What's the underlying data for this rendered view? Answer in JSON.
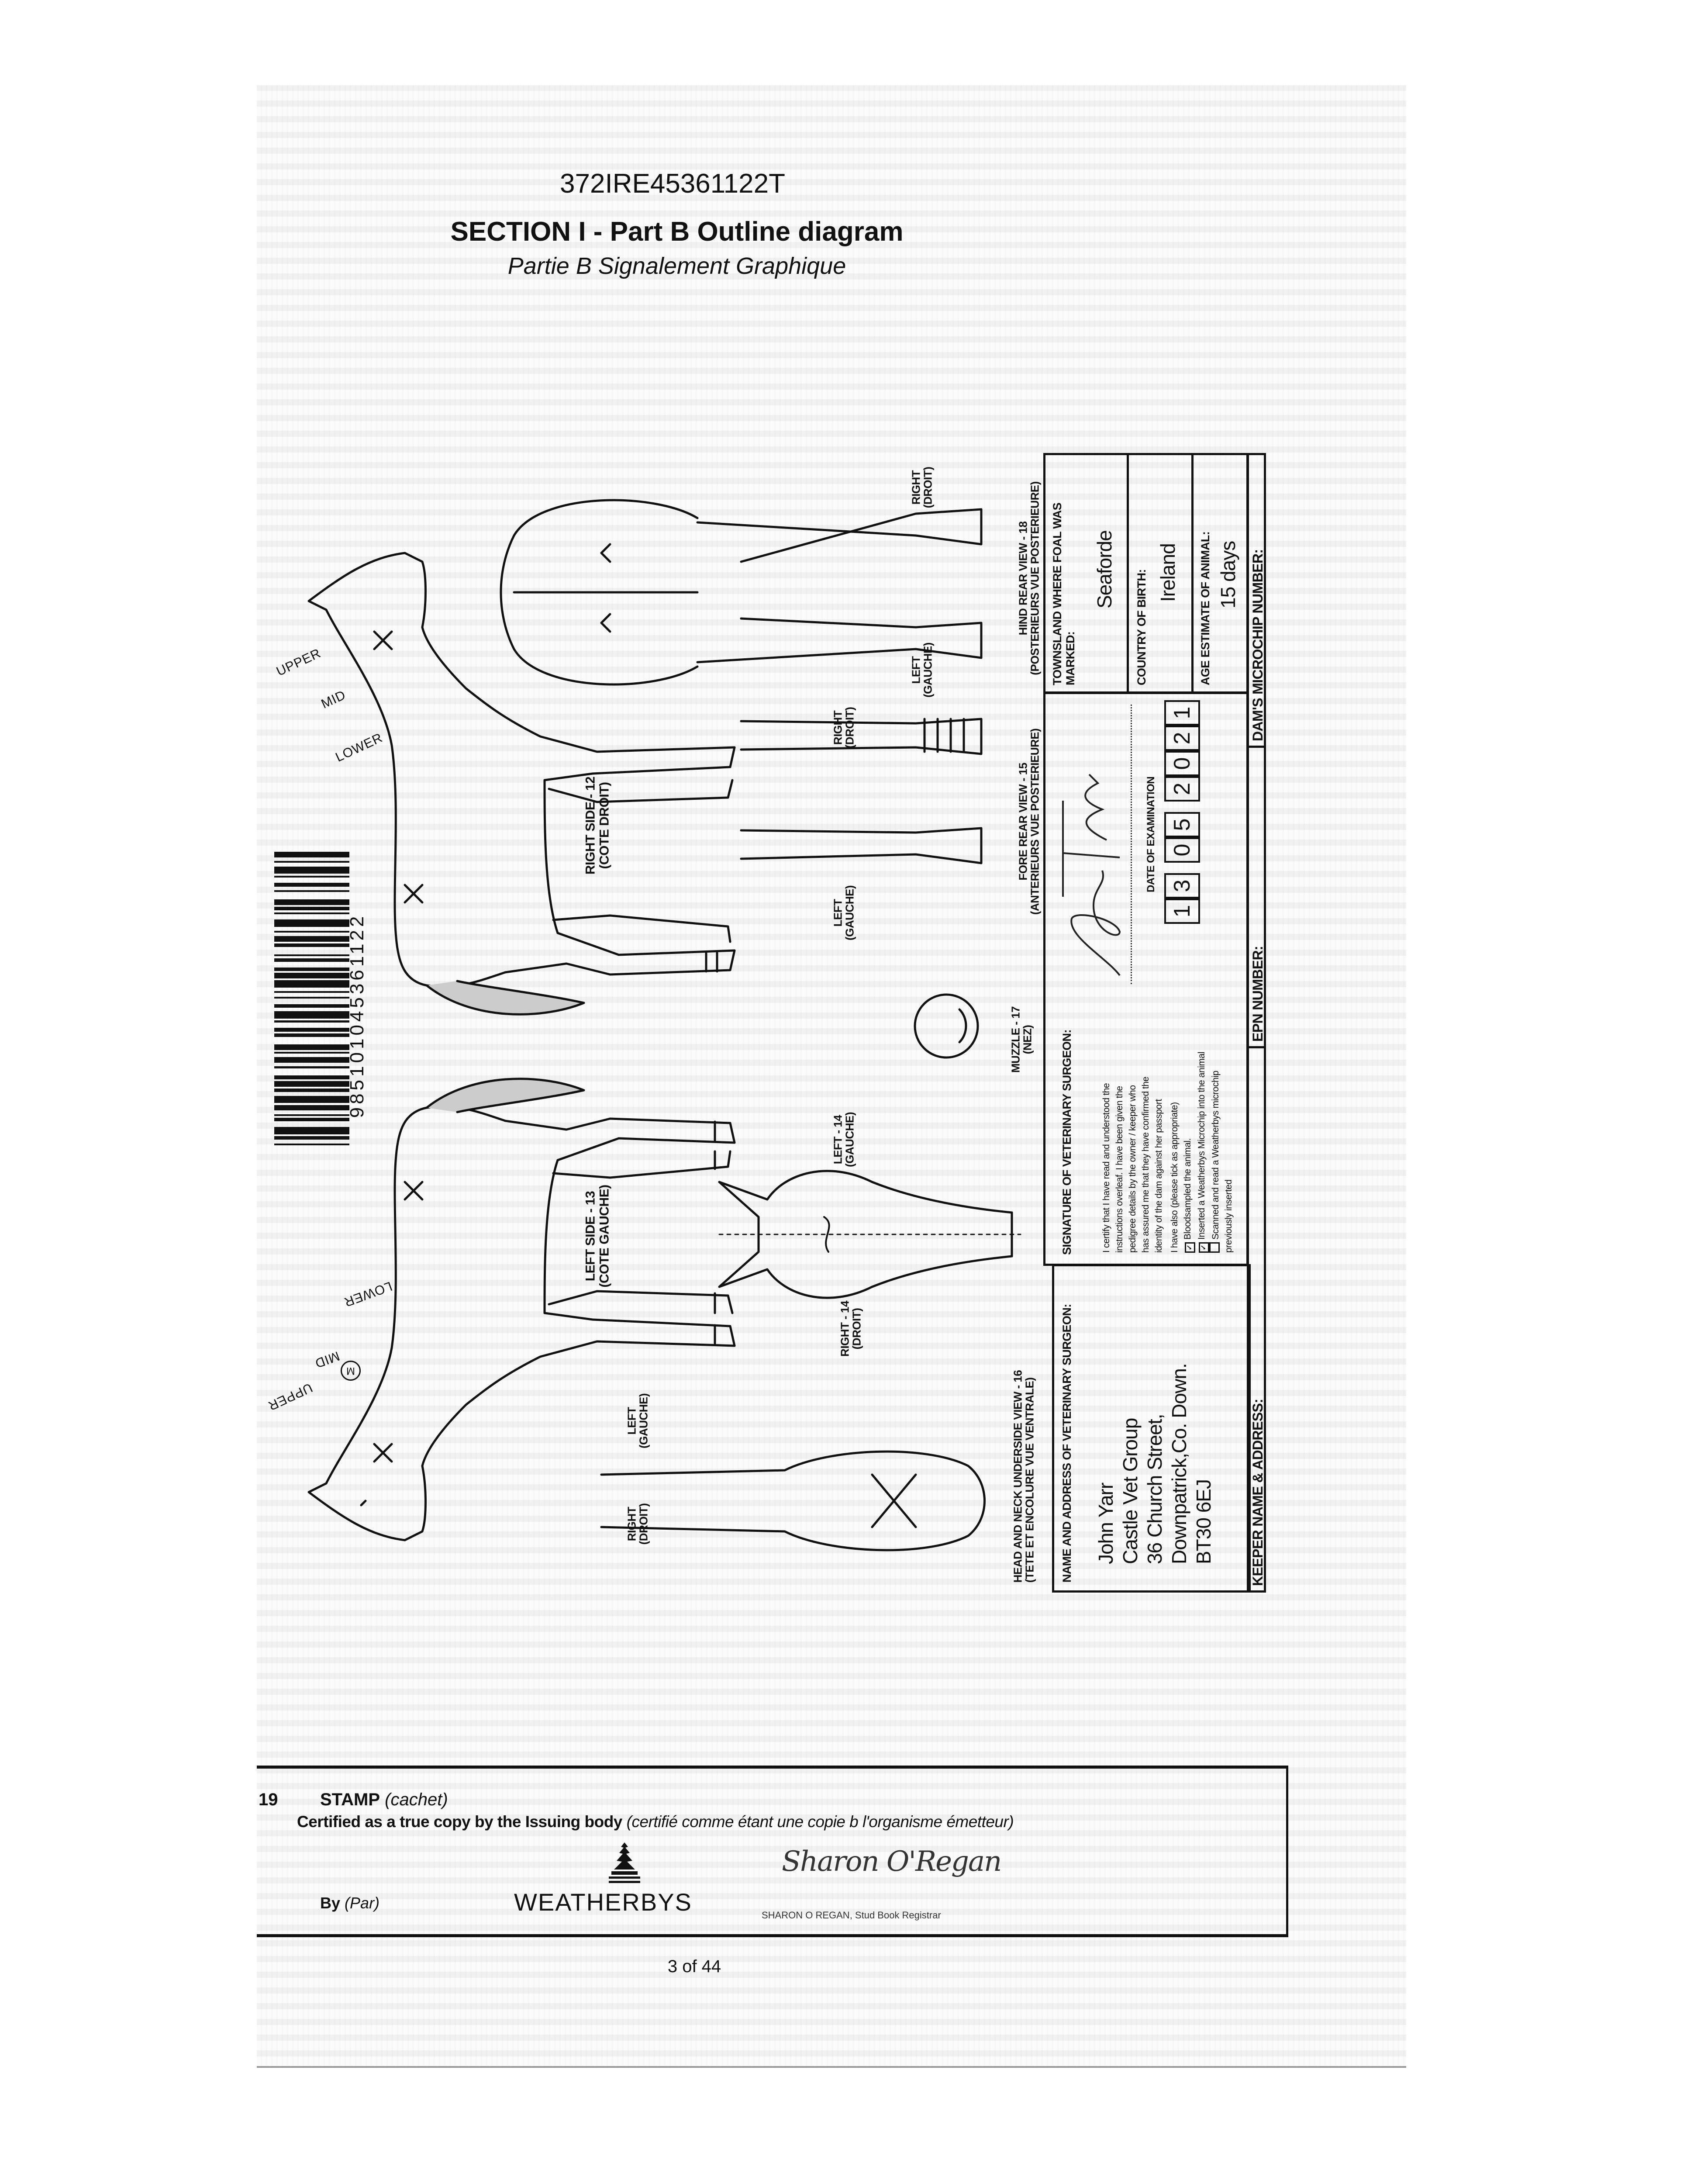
{
  "header": {
    "passport_id": "372IRE45361122T",
    "section_title": "SECTION I - Part B Outline diagram",
    "section_subtitle": "Partie B Signalement Graphique"
  },
  "barcode": {
    "digits": "985101045361122"
  },
  "diagram_labels": {
    "right_side": [
      "RIGHT SIDE - 12",
      "(COTE DROIT)"
    ],
    "left_side": [
      "LEFT SIDE - 13",
      "(COTE GAUCHE)"
    ],
    "hind_right": [
      "RIGHT",
      "(DROIT)"
    ],
    "hind_left": [
      "LEFT",
      "(GAUCHE)"
    ],
    "fore_right": [
      "RIGHT",
      "(DROIT)"
    ],
    "fore_left": [
      "LEFT",
      "(GAUCHE)"
    ],
    "head_left_14": [
      "LEFT - 14",
      "(GAUCHE)"
    ],
    "head_right_14": [
      "RIGHT - 14",
      "(DROIT)"
    ],
    "under_left": [
      "LEFT",
      "(GAUCHE)"
    ],
    "under_right": [
      "RIGHT",
      "(DROIT)"
    ],
    "muzzle": [
      "MUZZLE - 17",
      "(NEZ)"
    ],
    "head_neck_underside": [
      "HEAD AND NECK UNDERSIDE VIEW - 16",
      "(TETE ET ENCOLURE VUE VENTRALE)"
    ],
    "fore_rear_view": [
      "FORE REAR VIEW - 15",
      "(ANTERIEURS VUE POSTERIEURE)"
    ],
    "hind_rear_view": [
      "HIND REAR VIEW - 18",
      "(POSTERIEURS VUE POSTERIEURE)"
    ]
  },
  "neck_labels": {
    "upper": "UPPER",
    "mid": "MID",
    "lower": "LOWER",
    "circled_mark": "M"
  },
  "vet": {
    "name_header": "NAME AND ADDRESS OF VETERINARY SURGEON:",
    "address_lines": [
      "John Yarr",
      "Castle Vet Group",
      "36 Church Street,",
      "Downpatrick,Co. Down.",
      "BT30 6EJ"
    ],
    "signature_header": "SIGNATURE OF VETERINARY SURGEON:",
    "certification": [
      "I certify that I have read and understood the",
      "instructions overleaf. I have been given the",
      "pedigree details by the owner / keeper who",
      "has assured me that they have confirmed the",
      "identity of the dam against her passport"
    ],
    "also_label": "I have also (please tick as appropriate)",
    "checks": [
      {
        "label": "Bloodsampled the animal.",
        "checked": true
      },
      {
        "label": "Inserted a Weatherbys Microchip into the animal",
        "checked": true
      },
      {
        "label": "Scanned and read a Weatherbys microchip previously inserted",
        "checked": false
      }
    ],
    "signature_text": "John Yarr"
  },
  "date_of_examination": {
    "label": "DATE OF EXAMINATION",
    "digits": [
      "1",
      "3",
      "0",
      "5",
      "2",
      "0",
      "2",
      "1"
    ]
  },
  "foal": {
    "townsland_label": "TOWNSLAND WHERE FOAL WAS MARKED:",
    "townsland": "Seaforde",
    "country_label": "COUNTRY OF BIRTH:",
    "country": "Ireland",
    "age_label": "AGE ESTIMATE OF ANIMAL:",
    "age": "15 days"
  },
  "footer_fields": {
    "keeper_label": "KEEPER NAME & ADDRESS:",
    "epn_label": "EPN NUMBER:",
    "dam_microchip_label": "DAM'S MICROCHIP NUMBER:"
  },
  "stamp": {
    "number": "19",
    "title": "STAMP",
    "title_fr": "(cachet)",
    "certified": "Certified as a true copy by the Issuing body",
    "certified_fr": "(certifié comme étant une copie b l'organisme émetteur)",
    "by": "By",
    "by_fr": "(Par)",
    "logo_text": "WEATHERBYS",
    "signature": "Sharon O'Regan",
    "signatory": "SHARON O REGAN, Stud Book Registrar"
  },
  "page": {
    "number": "3 of 44"
  }
}
